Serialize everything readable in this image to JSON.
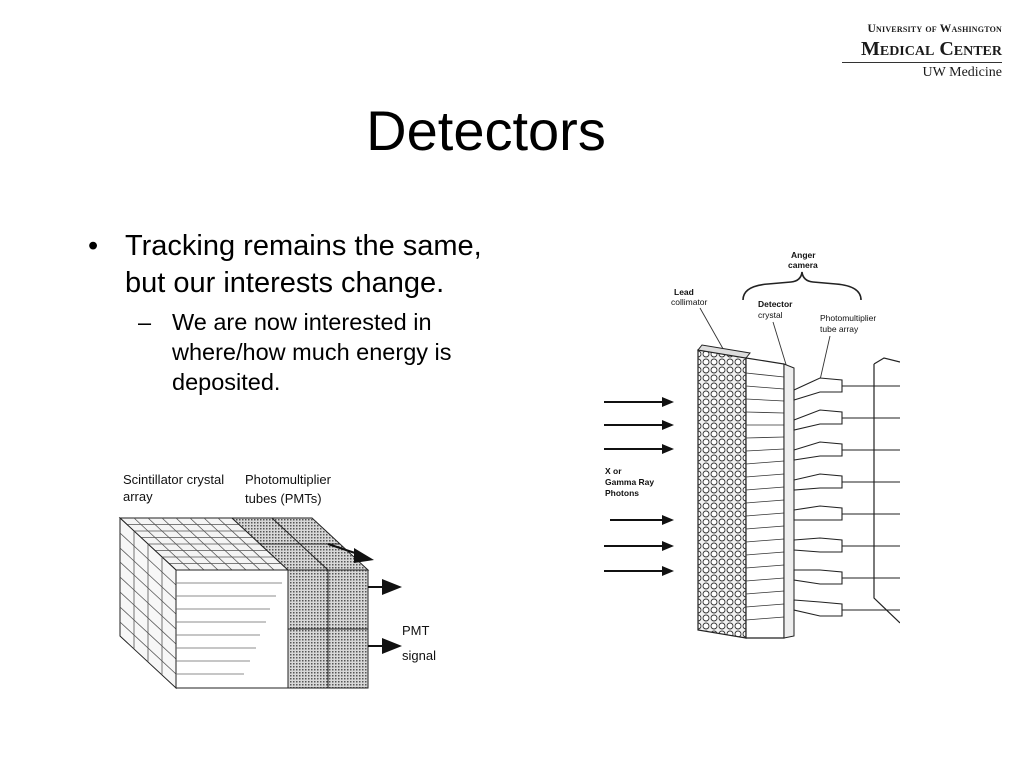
{
  "logo": {
    "line1": "University of Washington",
    "line2": "Medical Center",
    "line3": "UW Medicine"
  },
  "slide": {
    "title": "Detectors",
    "bullet": "Tracking remains the same, but our interests change.",
    "bullet_mark": "•",
    "sub_bullet": "We are now interested in where/how much energy is deposited.",
    "sub_mark": "–"
  },
  "figure_left": {
    "label_scintillator_1": "Scintillator crystal",
    "label_scintillator_2": "array",
    "label_pmt_1": "Photomultiplier",
    "label_pmt_2": "tubes (PMTs)",
    "label_signal_1": "PMT",
    "label_signal_2": "signal"
  },
  "figure_right": {
    "label_anger_1": "Anger",
    "label_anger_2": "camera",
    "label_lead_1": "Lead",
    "label_lead_2": "collimator",
    "label_detector_1": "Detector",
    "label_detector_2": "crystal",
    "label_pmt_array_1": "Photomultiplier",
    "label_pmt_array_2": "tube array",
    "label_photons_1": "X or",
    "label_photons_2": "Gamma Ray",
    "label_photons_3": "Photons"
  }
}
